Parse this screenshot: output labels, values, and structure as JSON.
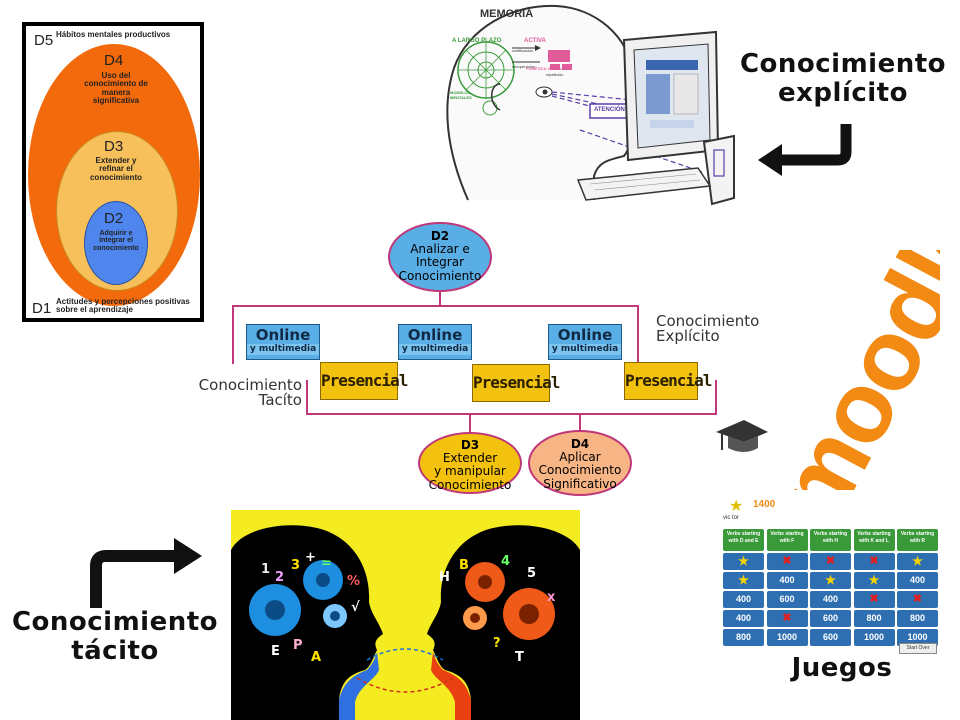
{
  "ellipses": {
    "d5": {
      "label": "D5",
      "text": "Hábitos mentales productivos"
    },
    "d4": {
      "label": "D4",
      "text": "Uso del conocimiento de manera significativa"
    },
    "d3": {
      "label": "D3",
      "text": "Extender y refinar el conocimiento"
    },
    "d2": {
      "label": "D2",
      "text": "Adquirir e integrar el conocimiento"
    },
    "d1": {
      "label": "D1",
      "text": "Actitudes y percepciones positivas sobre el aprendizaje"
    },
    "colors": {
      "d4": "#f26a0c",
      "d3": "#f7c05a",
      "d2": "#4f86ee"
    }
  },
  "memory_illustration": {
    "title": "MEMORIA",
    "long_term": "A LARGO PLAZO",
    "active": "ACTIVA",
    "codification": "codificación",
    "recovery": "recuperación",
    "phonetic_visual": "FONÉTICA VISUAL",
    "repetition": "repetición",
    "mental_models": "MODELOS MENTALES",
    "attention": "ATENCIÓN"
  },
  "captions": {
    "explicit_line1": "Conocimiento",
    "explicit_line2": "explícito",
    "tacit_line1": "Conocimiento",
    "tacit_line2": "tácito",
    "games": "Juegos"
  },
  "diagram": {
    "d2": {
      "label": "D2",
      "text1": "Analizar e",
      "text2": "Integrar",
      "text3": "Conocimiento"
    },
    "d3": {
      "label": "D3",
      "text1": "Extender",
      "text2": "y manipular",
      "text3": "Conocimiento"
    },
    "d4": {
      "label": "D4",
      "text1": "Aplicar",
      "text2": "Conocimiento",
      "text3": "Significativo"
    },
    "online_title": "Online",
    "online_sub": "y multimedia",
    "presencial": "Presencial",
    "explicit_line1": "Conocimiento",
    "explicit_line2": "Explícito",
    "tacit_line1": "Conocimiento",
    "tacit_line2": "Tacíto",
    "colors": {
      "blue": "#5aaee6",
      "yellow": "#f2c20e",
      "connector": "#c0387a",
      "d4_circle": "#f7b585",
      "d3_circle": "#f2c20e"
    }
  },
  "moodle": {
    "word": "moodle",
    "color": "#f28a14"
  },
  "game": {
    "score": "1400",
    "player": "vic tor",
    "headers": [
      "Verbs starting with D and E",
      "Verbs starting with F",
      "Verbs starting with H",
      "Verbs starting with K and L",
      "Verbs starting with R"
    ],
    "rows": [
      [
        "★",
        "✖",
        "✖",
        "✖",
        "★"
      ],
      [
        "★",
        "400",
        "★",
        "★",
        "400"
      ],
      [
        "400",
        "600",
        "400",
        "✖",
        "✖"
      ],
      [
        "400",
        "✖",
        "600",
        "800",
        "800"
      ],
      [
        "800",
        "1000",
        "600",
        "1000",
        "1000"
      ]
    ],
    "start_over": "Start Over"
  },
  "brain_symbols": [
    "1",
    "2",
    "3",
    "+",
    "=",
    "%",
    "√",
    "P",
    "A",
    "E",
    "H",
    "B",
    "4",
    "5",
    "x",
    "?",
    "T"
  ]
}
